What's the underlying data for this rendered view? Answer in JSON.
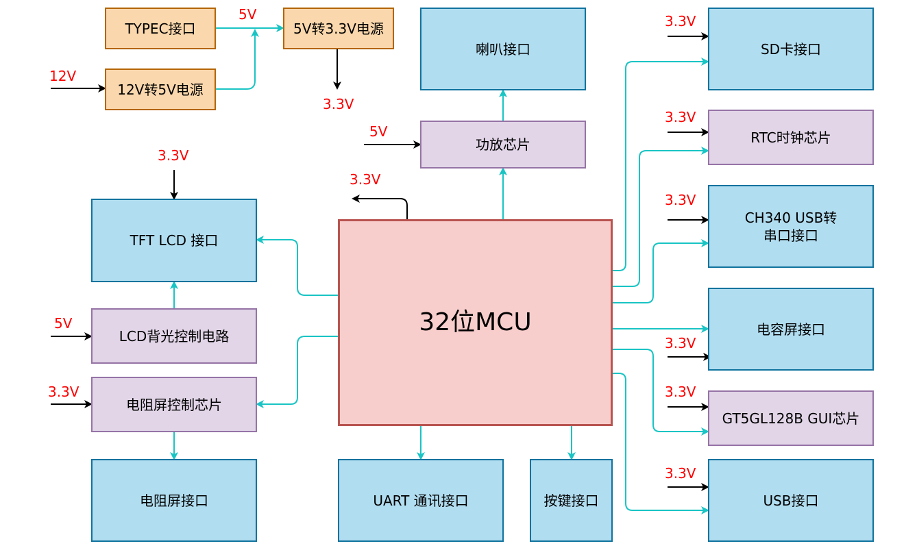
{
  "colors": {
    "blue_fill": "#b1ddf0",
    "blue_border": "#10739e",
    "purple_fill": "#e1d5e7",
    "purple_border": "#9673a6",
    "orange_fill": "#fad7ac",
    "orange_border": "#b46504",
    "mcu_fill": "#f8cecc",
    "mcu_border": "#b85450",
    "link_line": "#19c4c4",
    "power_line": "#000000",
    "voltage_text": "#ff0000"
  },
  "blocks": {
    "typec": "TYPEC接口",
    "psu_12v_5v": "12V转5V电源",
    "psu_5v_3v3": "5V转3.3V电源",
    "speaker": "喇叭接口",
    "amplifier": "功放芯片",
    "mcu": "32位MCU",
    "tft_lcd": "TFT LCD 接口",
    "lcd_backlight": "LCD背光控制电路",
    "resistive_ctrl": "电阻屏控制芯片",
    "resistive_port": "电阻屏接口",
    "uart": "UART 通讯接口",
    "keys": "按键接口",
    "sd": "SD卡接口",
    "rtc": "RTC时钟芯片",
    "ch340": "CH340 USB转\n串口接口",
    "capacitive": "电容屏接口",
    "gt5gl": "GT5GL128B GUI芯片",
    "usb": "USB接口"
  },
  "voltages": {
    "typec_out": "5V",
    "psu_in": "12V",
    "psu_3v3_out": "3.3V",
    "amp_in": "5V",
    "mcu_out": "3.3V",
    "tft_in": "3.3V",
    "backlight_in": "5V",
    "resistive_ctrl_in": "3.3V",
    "sd_in": "3.3V",
    "rtc_in": "3.3V",
    "ch340_in": "3.3V",
    "capacitive_in": "3.3V",
    "gt5gl_in": "3.3V",
    "usb_in": "3.3V"
  }
}
